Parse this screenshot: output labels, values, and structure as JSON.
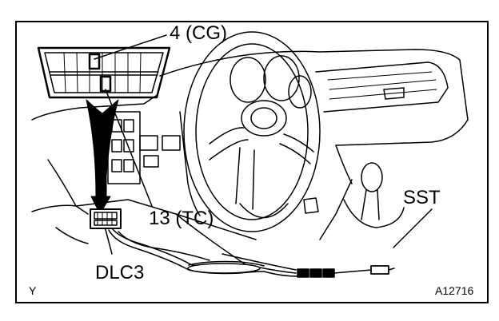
{
  "callouts": {
    "pin4": "4 (CG)",
    "pin13": "13 (TC)",
    "connector": "DLC3",
    "tool": "SST"
  },
  "footer": {
    "corner_mark": "Y",
    "figure_code": "A12716"
  },
  "colors": {
    "ink": "#000000",
    "paper": "#ffffff"
  },
  "icons": [
    "connector-pinout-icon",
    "pointer-arrow-icon",
    "steering-wheel-icon",
    "gear-shift-icon"
  ]
}
